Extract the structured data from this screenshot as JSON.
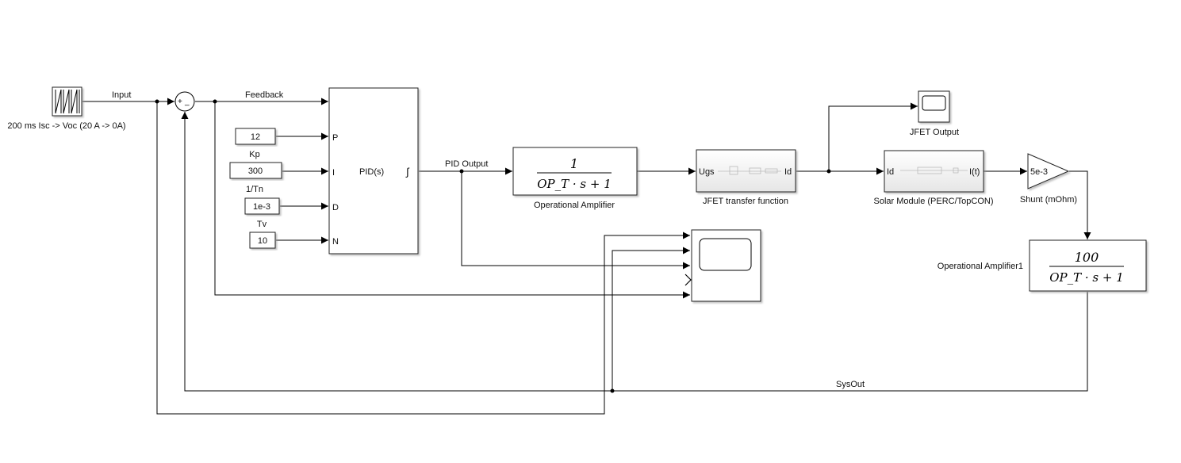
{
  "source": {
    "label": "200 ms Isc -> Voc (20 A -> 0A)"
  },
  "sum": {
    "plus": "+",
    "minus": "_"
  },
  "signals": {
    "input": "Input",
    "feedback": "Feedback",
    "pid_output": "PID Output",
    "sysout": "SysOut"
  },
  "constants": [
    {
      "value": "12",
      "label": "Kp",
      "port": "P"
    },
    {
      "value": "300",
      "label": "1/Tn",
      "port": "I"
    },
    {
      "value": "1e-3",
      "label": "Tv",
      "port": "D"
    },
    {
      "value": "10",
      "label": "",
      "port": "N"
    }
  ],
  "pid": {
    "text": "PID(s)",
    "out_symbol": "∫"
  },
  "opamp": {
    "numerator": "1",
    "denominator": "OP_T · s + 1",
    "label": "Operational Amplifier"
  },
  "jfet": {
    "in_port": "Ugs",
    "out_port": "Id",
    "label": "JFET transfer function"
  },
  "jfet_scope": {
    "label": "JFET Output"
  },
  "solar": {
    "in_port": "Id",
    "out_port": "I(t)",
    "label": "Solar Module (PERC/TopCON)"
  },
  "shunt": {
    "value": "5e-3",
    "label": "Shunt (mOhm)"
  },
  "opamp1": {
    "numerator": "100",
    "denominator": "OP_T · s + 1",
    "label": "Operational Amplifier1"
  }
}
